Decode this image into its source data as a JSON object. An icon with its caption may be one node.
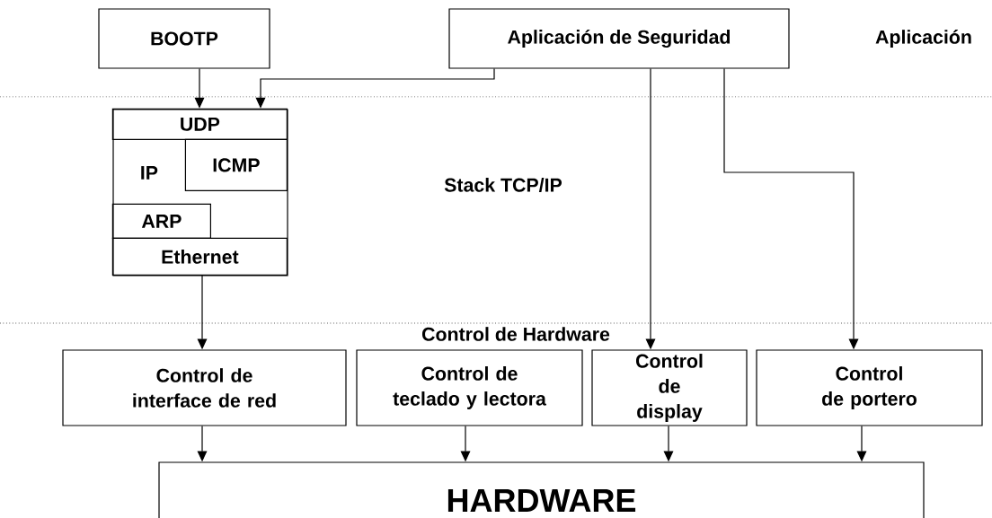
{
  "diagram": {
    "nodes": [
      {
        "text": [
          "BOOTP"
        ]
      },
      {
        "text": [
          "Aplicación de Seguridad"
        ]
      },
      {
        "text": [],
        "shape": "box"
      },
      {
        "text": [
          "UDP"
        ],
        "in": 2
      },
      {
        "text": [
          "IP"
        ],
        "in": 2
      },
      {
        "text": [
          "ICMP"
        ],
        "in": 2
      },
      {
        "text": [
          "ARP"
        ],
        "in": 2
      },
      {
        "text": [
          "Ethernet"
        ],
        "in": 2
      },
      {
        "text": [
          "Control de interface de red"
        ]
      },
      {
        "text": [
          "Control de teclado y lectora"
        ]
      },
      {
        "text": [
          "Control de display"
        ]
      },
      {
        "text": [
          "Control de portero"
        ]
      },
      {
        "text": [
          "HARDWARE"
        ]
      }
    ],
    "edges": [
      {
        "from": 0,
        "to": 3,
        "arrow": "to"
      },
      {
        "from": 1,
        "to": 3,
        "arrow": "to"
      },
      {
        "from": 1,
        "to": 10,
        "arrow": "to"
      },
      {
        "from": 1,
        "to": 11,
        "arrow": "to"
      },
      {
        "from": 7,
        "to": 8,
        "arrow": "to"
      },
      {
        "from": 8,
        "to": 12,
        "arrow": "to"
      },
      {
        "from": 9,
        "to": 12,
        "arrow": "to"
      },
      {
        "from": 10,
        "to": 12,
        "arrow": "to"
      },
      {
        "from": 11,
        "to": 12,
        "arrow": "to"
      }
    ],
    "labels": [
      "Aplicación",
      "Stack TCP/IP",
      "Control de Hardware"
    ]
  }
}
